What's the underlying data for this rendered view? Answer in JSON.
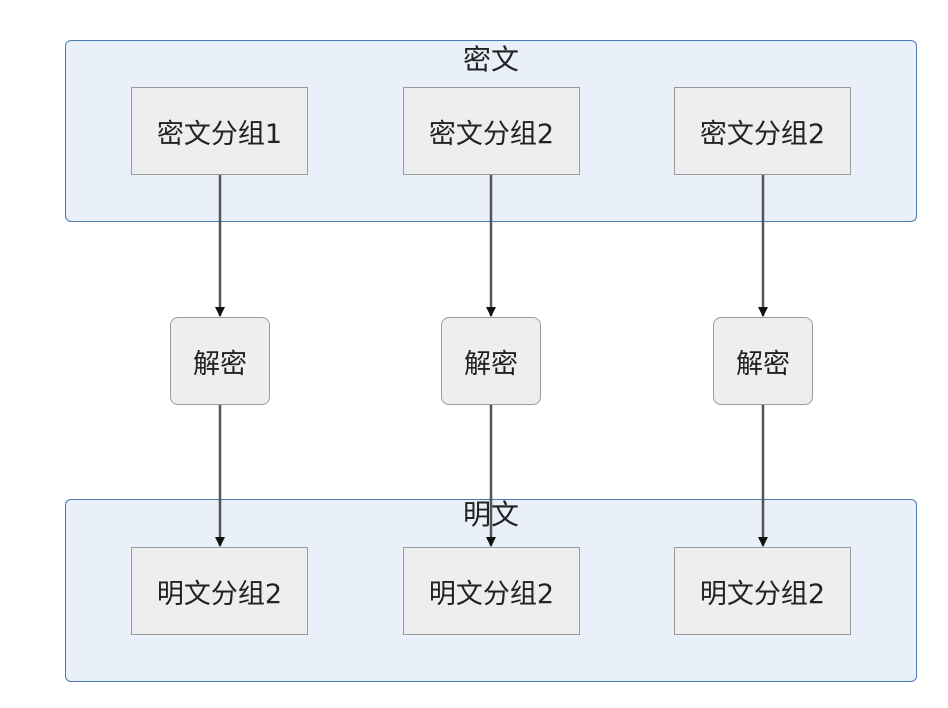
{
  "ciphertext_group": {
    "label": "密文",
    "blocks": [
      "密文分组1",
      "密文分组2",
      "密文分组2"
    ]
  },
  "decrypt_steps": [
    "解密",
    "解密",
    "解密"
  ],
  "plaintext_group": {
    "label": "明文",
    "blocks": [
      "明文分组2",
      "明文分组2",
      "明文分组2"
    ]
  },
  "colors": {
    "group_fill": "#e9f0fa",
    "group_border": "#4a7bb0",
    "block_fill": "#eeeeee",
    "block_border": "#9a9a9a",
    "arrow": "#333333"
  }
}
